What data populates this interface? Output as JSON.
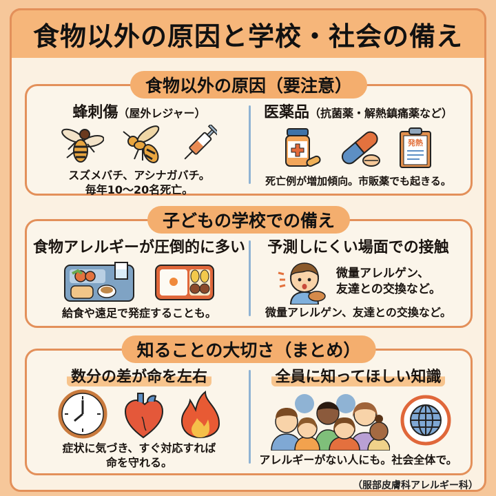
{
  "title": "食物以外の原因と学校・社会の備え",
  "sections": [
    {
      "label": "食物以外の原因（要注意）",
      "left": {
        "heading": "蜂刺傷",
        "heading_sub": "（屋外レジャー）",
        "icons": [
          "hornet-icon",
          "paper-wasp-icon",
          "syringe-icon"
        ],
        "caption_lines": [
          "スズメバチ、アシナガバチ。",
          "毎年10〜20名死亡。"
        ]
      },
      "right": {
        "heading": "医薬品",
        "heading_sub": "（抗菌薬・解熱鎮痛薬など）",
        "icons": [
          "medicine-bottle-icon",
          "capsule-icon",
          "clipboard-icon"
        ],
        "clipboard_text": "発熱",
        "caption_lines": [
          "死亡例が増加傾向。市販薬でも起きる。"
        ]
      }
    },
    {
      "label": "子どもの学校での備え",
      "left": {
        "heading": "食物アレルギーが圧倒的に多い",
        "icons": [
          "school-lunch-tray-icon",
          "bento-box-icon"
        ],
        "caption_lines": [
          "給食や遠足で発症することも。"
        ]
      },
      "right": {
        "heading": "予測しにくい場面での接触",
        "icons": [
          "surprised-child-icon"
        ],
        "side_lines": [
          "微量アレルゲン、",
          "友達との交換など。"
        ],
        "caption_lines": [
          "微量アレルゲン、友達との交換など。"
        ]
      }
    },
    {
      "label": "知ることの大切さ（まとめ）",
      "left": {
        "heading": "数分の差が命を左右",
        "icons": [
          "clock-icon",
          "heart-icon",
          "flame-icon"
        ],
        "clock_time": "7:00",
        "caption_lines": [
          "症状に気づき、すぐ対応すれば",
          "命を守れる。"
        ]
      },
      "right": {
        "heading": "全員に知ってほしい知識",
        "icons": [
          "crowd-of-people-icon",
          "globe-icon"
        ],
        "caption_lines": [
          "アレルギーがない人にも。社会全体で。"
        ]
      }
    }
  ],
  "footer": "（服部皮膚科アレルギー科）",
  "colors": {
    "background": "#f6c79a",
    "title_band": "#f6b67a",
    "frame_border": "#e3905a",
    "pill": "#f4ae6e",
    "panel": "#fbf5ea",
    "divider": "#8fb3d4"
  }
}
